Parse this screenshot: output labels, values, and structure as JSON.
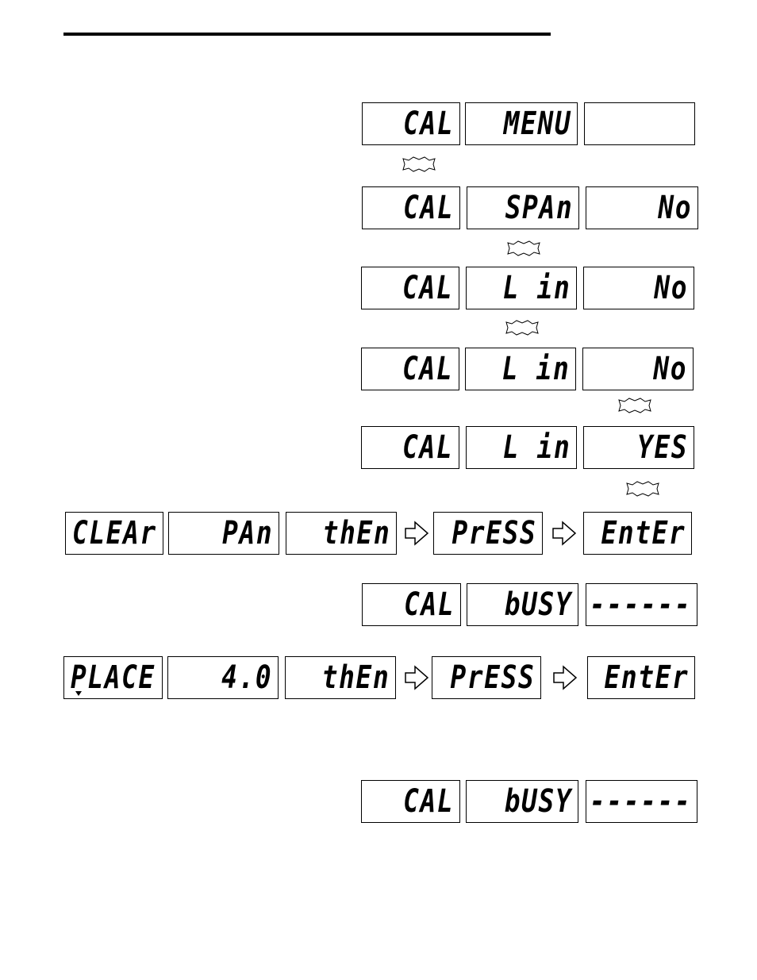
{
  "rows": [
    [
      "CAL",
      "MENU",
      ""
    ],
    [
      "CAL",
      "SPAn",
      "No"
    ],
    [
      "CAL",
      "L in",
      "No"
    ],
    [
      "CAL",
      "L in",
      "No"
    ],
    [
      "CAL",
      "L in",
      "YES"
    ],
    [
      "CLEAr",
      "PAn",
      "thEn",
      "PrESS",
      "EntEr"
    ],
    [
      "CAL",
      "bUSY",
      "------"
    ],
    [
      "PLACE",
      "4.0",
      "thEn",
      "PrESS",
      "EntEr"
    ],
    [
      "CAL",
      "bUSY",
      "------"
    ]
  ],
  "icons": {
    "key": "enter-key-burst-icon",
    "arrow": "right-arrow-icon"
  }
}
